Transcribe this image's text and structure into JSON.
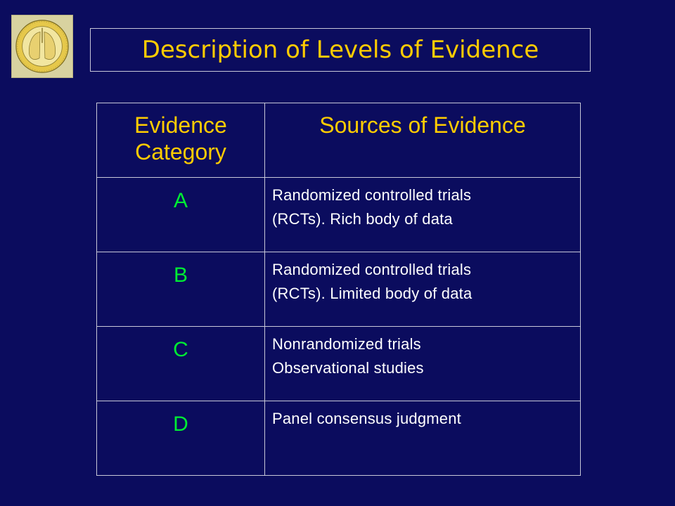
{
  "logo": {
    "icon": "lung-logo-icon"
  },
  "title": "Description of Levels of Evidence",
  "table": {
    "headers": {
      "category_line1": "Evidence",
      "category_line2": "Category",
      "sources": "Sources of Evidence"
    },
    "rows": [
      {
        "category": "A",
        "source_lines": [
          "Randomized controlled trials",
          "(RCTs).  Rich body of data"
        ]
      },
      {
        "category": "B",
        "source_lines": [
          "Randomized controlled trials",
          "(RCTs).  Limited body of data"
        ]
      },
      {
        "category": "C",
        "source_lines": [
          "Nonrandomized trials",
          "Observational studies"
        ]
      },
      {
        "category": "D",
        "source_lines": [
          "Panel consensus judgment",
          ""
        ]
      }
    ]
  },
  "colors": {
    "background": "#0b0c5e",
    "title": "#ffcc00",
    "header": "#ffcc00",
    "category": "#00ee33",
    "source_text": "#ffffff",
    "border": "#c8c8d8"
  }
}
